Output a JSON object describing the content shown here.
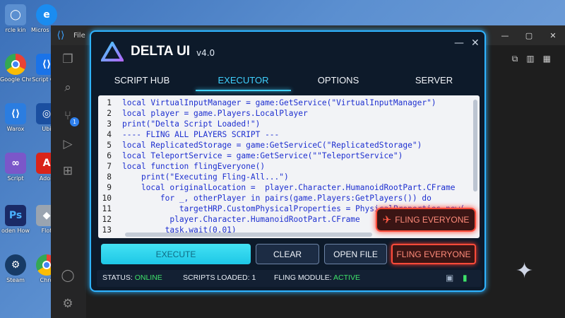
{
  "desktop": {
    "icons": [
      {
        "label": "rcle kin",
        "color": "#5b8fd0"
      },
      {
        "label": "Micros Edge",
        "color": "#1a8cf0"
      },
      {
        "label": "Google Chrome",
        "color": "#f2c11d"
      },
      {
        "label": "Script Goo",
        "color": "#1a73e8"
      },
      {
        "label": "Warox",
        "color": "#2b7de0"
      },
      {
        "label": "Ubi",
        "color": "#1b4fa0"
      },
      {
        "label": "Script",
        "color": "#7b57c9"
      },
      {
        "label": "Adob",
        "color": "#d9241a"
      },
      {
        "label": "oden How",
        "color": "#1a2a66"
      },
      {
        "label": "Flot",
        "color": "#9aa4b0"
      },
      {
        "label": "Steam",
        "color": "#173b66"
      },
      {
        "label": "Chro",
        "color": "#eaba1e"
      }
    ]
  },
  "vscode": {
    "menu_file": "File",
    "window_min": "—",
    "window_max": "▢",
    "window_close": "✕",
    "source_control_badge": "1"
  },
  "delta": {
    "title": "DELTA UI",
    "version": "v4.0",
    "minimize": "—",
    "close": "✕",
    "tabs": [
      {
        "label": "SCRIPT HUB"
      },
      {
        "label": "EXECUTOR"
      },
      {
        "label": "OPTIONS"
      },
      {
        "label": "SERVER"
      }
    ],
    "active_tab": "EXECUTOR",
    "code_lines": [
      {
        "n": "1",
        "text": "local VirtualInputManager = game:GetService(\"VirtualInputManager\")"
      },
      {
        "n": "2",
        "text": "local player = game.Players.LocalPlayer"
      },
      {
        "n": "3",
        "text": "print(\"Delta Script Loaded!\")"
      },
      {
        "n": "4",
        "text": "---- FLING ALL PLAYERS SCRIPT ---"
      },
      {
        "n": "5",
        "text": "local ReplicatedStorage = game:GetServiceC(\"ReplicatedStorage\")"
      },
      {
        "n": "6",
        "text": "local TeleportService = game:GetService(\"\"TeleportService\")"
      },
      {
        "n": "7",
        "text": "local function flingEveryone()"
      },
      {
        "n": "8",
        "text": "    print(\"Executing Fling-All...\")"
      },
      {
        "n": "9",
        "text": "    local originalLocation =  player.Character.HumanoidRootPart.CFrame"
      },
      {
        "n": "10",
        "text": "        for _, otherPlayer in pairs(game.Players:GetPlayers()) do"
      },
      {
        "n": "11",
        "text": "            targetHRP.CustomPhysicalProperties = PhysicalProperties.new("
      },
      {
        "n": "12",
        "text": "          player.Character.HumanoidRootPart.CFrame"
      },
      {
        "n": "13",
        "text": "         task.wait(0.01)"
      }
    ],
    "buttons": {
      "execute": "EXECUTE",
      "clear": "CLEAR",
      "open_file": "OPEN FILE",
      "fling": "FLING EVERYONE"
    },
    "status": {
      "status_label": "STATUS:",
      "status_value": "ONLINE",
      "scripts_loaded": "SCRIPTS LOADED: 1",
      "fling_label": "FLING MODULE:",
      "fling_value": "ACTIVE"
    },
    "popup": {
      "label": "FLING EVERYONE"
    },
    "colors": {
      "accent": "#3fd1ff",
      "danger": "#ff4b3a",
      "ok": "#3ee26a"
    }
  }
}
